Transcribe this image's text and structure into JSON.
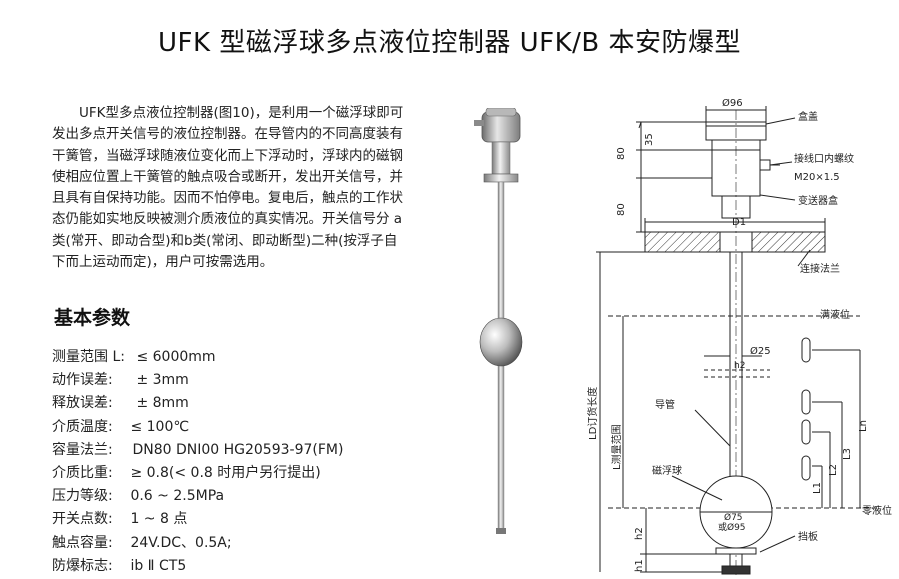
{
  "page": {
    "title": "UFK 型磁浮球多点液位控制器 UFK/B 本安防爆型"
  },
  "intro": {
    "lines": [
      "UFK型多点液位控制器(图10)，是利用一个磁浮球即可",
      "发出多点开关信号的液位控制器。在导管内的不同高度装有",
      "干簧管，当磁浮球随液位变化而上下浮动时，浮球内的磁钢",
      "使相应位置上干簧管的触点吸合或断开，发出开关信号，并",
      "且具有自保持功能。因而不怕停电。复电后，触点的工作状",
      "态仍能如实地反映被测介质液位的真实情况。开关信号分 a",
      "类(常开、即动合型)和b类(常闭、即动断型)二种(按浮子自",
      "下而上运动而定)，用户可按需选用。"
    ]
  },
  "section": {
    "heading": "基本参数"
  },
  "params": [
    {
      "label": "测量范围 L:",
      "value": "≤ 6000mm"
    },
    {
      "label": "动作误差:",
      "value": "± 3mm"
    },
    {
      "label": "释放误差:",
      "value": "± 8mm"
    },
    {
      "label": "介质温度:",
      "value": "≤ 100℃"
    },
    {
      "label": "容量法兰:",
      "value": "DN80 DNI00 HG20593-97(FM)"
    },
    {
      "label": "介质比重:",
      "value": "≥ 0.8(< 0.8 时用户另行提出)"
    },
    {
      "label": "压力等级:",
      "value": "0.6 ~ 2.5MPa"
    },
    {
      "label": "开关点数:",
      "value": "1 ~ 8 点"
    },
    {
      "label": "触点容量:",
      "value": "24V.DC、0.5A;"
    },
    {
      "label": "防爆标志:",
      "value": "ib Ⅱ CT5"
    }
  ],
  "diagram": {
    "dim_top": "Ø96",
    "box_cover": "盒盖",
    "thread_label": "接线口内螺纹",
    "thread_size": "M20×1.5",
    "transmitter_box": "变送器盒",
    "flange": "连接法兰",
    "d1": "D1",
    "full_level": "满液位",
    "tube_dia": "Ø25",
    "guide_tube": "导管",
    "float_ball": "磁浮球",
    "zero_level": "零液位",
    "baffle": "挡板",
    "float_dia1": "Ø75",
    "float_dia2": "或Ø95",
    "dim_35": "35",
    "dim_80a": "80",
    "dim_80b": "80",
    "ld_label": "LD订货长度",
    "l_label": "L测量范围",
    "h2_label": "h2",
    "h1_label": "h1",
    "h2_small": "h2",
    "l1": "L1",
    "l2": "L2",
    "l3": "L3",
    "ln": "Ln"
  }
}
